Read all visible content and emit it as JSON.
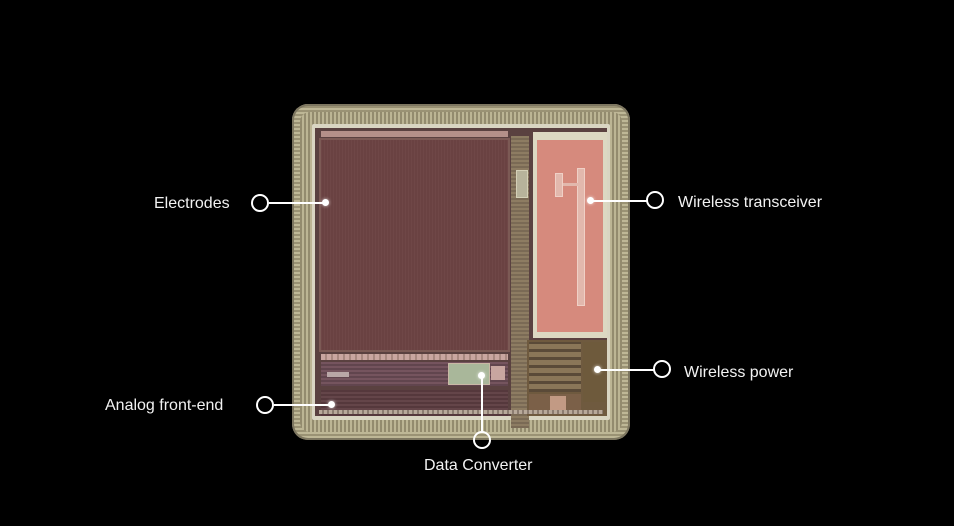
{
  "diagram": {
    "type": "annotated-chip-die",
    "background_color": "#000000",
    "callouts": [
      {
        "id": "electrodes",
        "label": "Electrodes",
        "side": "left"
      },
      {
        "id": "wireless-transceiver",
        "label": "Wireless transceiver",
        "side": "right"
      },
      {
        "id": "wireless-power",
        "label": "Wireless power",
        "side": "right"
      },
      {
        "id": "analog-front-end",
        "label": "Analog front-end",
        "side": "left"
      },
      {
        "id": "data-converter",
        "label": "Data Converter",
        "side": "bottom"
      }
    ],
    "colors": {
      "electrodes": "#6a4242",
      "transceiver": "#d68a7d",
      "power": "#6f5a3f",
      "seal_ring": "#beb796",
      "callout": "#ffffff"
    }
  }
}
